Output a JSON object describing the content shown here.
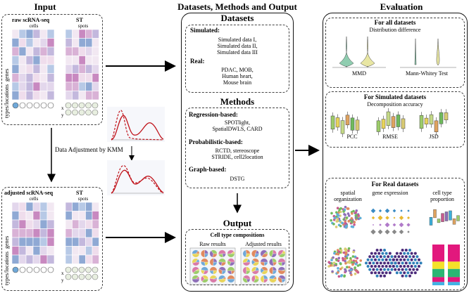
{
  "headers": {
    "input": "Input",
    "middle": "Datasets, Methods and Output",
    "evaluation": "Evaluation"
  },
  "input": {
    "raw_title": "raw scRNA-seq",
    "adjusted_title": "adjusted scRNA-seq",
    "st_title": "ST",
    "cells_label": "cells",
    "spots_label": "spots",
    "types_label": "types/locations",
    "genes_label": "genes",
    "x_label": "x",
    "y_label": "y",
    "kmm_label": "Data Adjustment by KMM"
  },
  "datasets": {
    "title": "Datasets",
    "simulated_heading": "Simulated:",
    "simulated_items": [
      "Simulated data I,",
      "Simulated data II,",
      "Simulated data III"
    ],
    "real_heading": "Real:",
    "real_items": [
      "PDAC, MOB,",
      "Human heart,",
      "Mouse brain"
    ]
  },
  "methods": {
    "title": "Methods",
    "groups": [
      {
        "heading": "Regression-based:",
        "items": [
          "SPOTlight,",
          "SpatialDWLS, CARD"
        ]
      },
      {
        "heading": "Probabilistic-based:",
        "items": [
          "RCTD, stereoscope",
          "STRIDE, cell2location"
        ]
      },
      {
        "heading": "Graph-based:",
        "items": [
          "DSTG"
        ]
      }
    ]
  },
  "output": {
    "title": "Output",
    "subtitle": "Cell type compositions",
    "raw_label": "Raw results",
    "adjusted_label": "Adjusted results"
  },
  "evaluation": {
    "all": {
      "title": "For all datasets",
      "subtitle": "Distribution difference",
      "labels": [
        "MMD",
        "Mann-Whitey Test"
      ]
    },
    "simulated": {
      "title": "For Simulated datasets",
      "subtitle": "Decomposition accuracy",
      "labels": [
        "PCC",
        "RMSE",
        "JSD"
      ]
    },
    "real": {
      "title": "For Real datasets",
      "columns": [
        "spatial organization",
        "gene expression",
        "cell type proportion"
      ]
    }
  },
  "colors": {
    "heat": [
      "#8FA9D4",
      "#C3B8DD",
      "#E3D7EC",
      "#F2E8F2",
      "#B7C9E6",
      "#D9B2D6",
      "#C889C0",
      "#EFDDEC"
    ],
    "arrow": "#000000",
    "kmm_red": "#C0121A",
    "violin_green": "#8FCDB0",
    "violin_yellow": "#E8E6A3"
  }
}
